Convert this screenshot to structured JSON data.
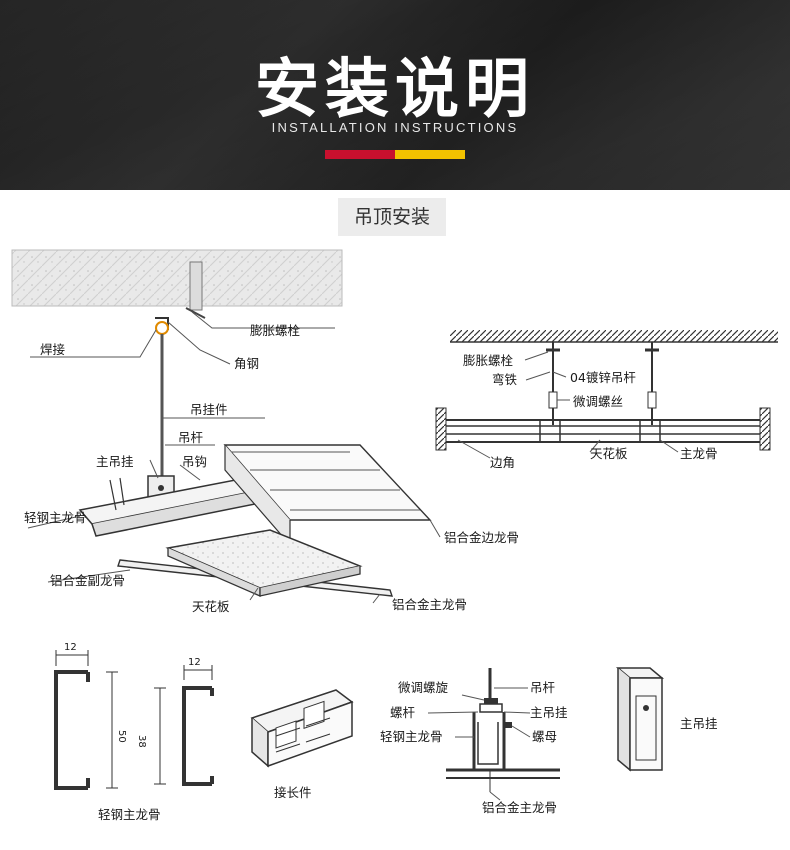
{
  "header": {
    "title": "安装说明",
    "subtitle": "INSTALLATION INSTRUCTIONS",
    "accent_colors": [
      "#c8102e",
      "#f2c200"
    ]
  },
  "section": {
    "title": "吊顶安装"
  },
  "main_diagram": {
    "labels": {
      "expansion_bolt": "膨胀螺栓",
      "weld": "焊接",
      "angle_steel": "角钢",
      "hanger_piece": "吊挂件",
      "hanger_rod": "吊杆",
      "main_hanger": "主吊挂",
      "hook": "吊钩",
      "light_steel_main_keel": "轻钢主龙骨",
      "aluminum_edge_keel": "铝合金边龙骨",
      "aluminum_sub_keel": "铝合金副龙骨",
      "ceiling_panel": "天花板",
      "aluminum_main_keel": "铝合金主龙骨"
    }
  },
  "side_diagram": {
    "labels": {
      "expansion_bolt": "膨胀螺栓",
      "bend_iron": "弯铁",
      "galvanized_rod": "04镀锌吊杆",
      "fine_screw": "微调螺丝",
      "edge_corner": "边角",
      "ceiling_panel": "天花板",
      "main_keel": "主龙骨"
    }
  },
  "detail_diagrams": {
    "profile": {
      "dim_top1": "12",
      "dim_height1": "50",
      "dim_top2": "12",
      "dim_height2": "38",
      "caption": "轻钢主龙骨"
    },
    "connector": {
      "caption": "接长件"
    },
    "assembly": {
      "fine_screw": "微调螺旋",
      "hanger_rod": "吊杆",
      "screw_rod": "螺杆",
      "main_hanger": "主吊挂",
      "light_steel_main_keel": "轻钢主龙骨",
      "nut": "螺母",
      "aluminum_main_keel": "铝合金主龙骨"
    },
    "hanger": {
      "caption": "主吊挂"
    }
  }
}
